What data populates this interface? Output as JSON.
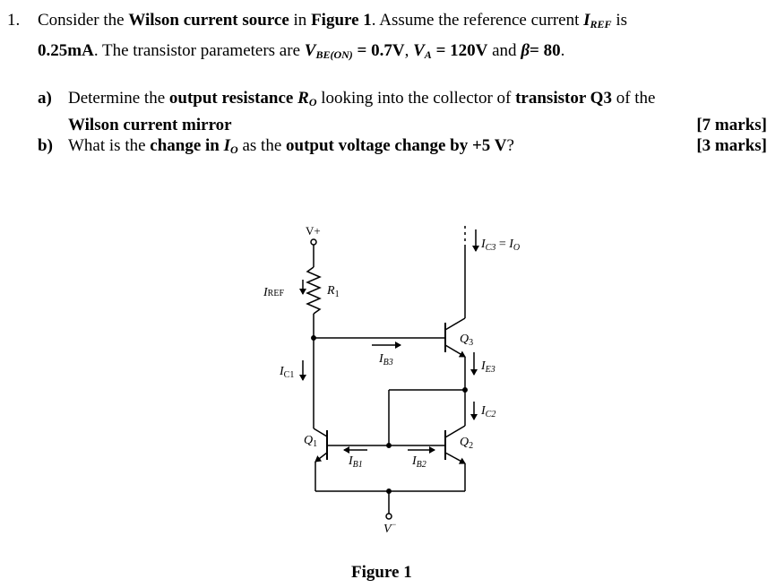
{
  "question": {
    "number": "1.",
    "line1_a": "Consider the ",
    "line1_b": "Wilson current source",
    "line1_c": " in ",
    "line1_d": "Figure 1",
    "line1_e": ". Assume the reference current ",
    "iref_main": "I",
    "iref_sub": "REF",
    "line1_f": " is",
    "line2_a": "0.25mA",
    "line2_b": ". The transistor parameters are ",
    "vbe_main": "V",
    "vbe_sub": "BE(ON)",
    "line2_c": " = 0.7V",
    "line2_d": ", ",
    "va_main": "V",
    "va_sub": "A",
    "line2_e": " = 120V",
    "line2_f": " and ",
    "beta": "β",
    "line2_g": "= 80",
    "line2_h": "."
  },
  "part_a": {
    "label": "a)",
    "t1": "Determine the ",
    "t2": "output resistance ",
    "ro_main": "R",
    "ro_sub": "O",
    "t3": " looking into the collector of ",
    "t4": "transistor Q3",
    "t5": " of the",
    "t6": "Wilson current mirror",
    "marks": "[7 marks]"
  },
  "part_b": {
    "label": "b)",
    "t1": "What is the ",
    "t2": "change in ",
    "io_main": "I",
    "io_sub": "O",
    "t3": " as the ",
    "t4": "output voltage change by +5 V",
    "t5": "?",
    "marks": "[3 marks]"
  },
  "figure": {
    "caption": "Figure 1",
    "labels": {
      "vplus": "V+",
      "vminus": "V",
      "vminus_sup": "−",
      "iref": "I",
      "iref_sub": "REF",
      "r1": "R",
      "r1_sub": "1",
      "ic1": "I",
      "ic1_sub": "C1",
      "ib3": "I",
      "ib3_sub": "B3",
      "q3": "Q",
      "q3_sub": "3",
      "ie3": "I",
      "ie3_sub": "E3",
      "ic2": "I",
      "ic2_sub": "C2",
      "q1": "Q",
      "q1_sub": "1",
      "q2": "Q",
      "q2_sub": "2",
      "ib1": "I",
      "ib1_sub": "B1",
      "ib2": "I",
      "ib2_sub": "B2",
      "ic3": "I",
      "ic3_sub": "C3",
      "eq": " = ",
      "io": "I",
      "io_sub": "O"
    }
  }
}
